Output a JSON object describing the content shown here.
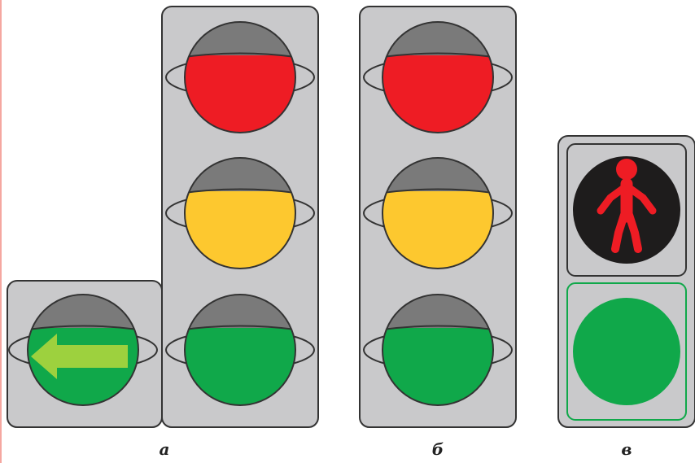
{
  "captions": {
    "a": "а",
    "b": "б",
    "c": "в"
  },
  "colors": {
    "housing": "#c9c9cb",
    "housing_border": "#333333",
    "visor": "#7a7a7a",
    "red": "#ee1c24",
    "yellow": "#fdc82f",
    "green": "#10a84a",
    "arrow": "#9dd13e",
    "pedestrian_bg": "#1e1c1c",
    "pedestrian_figure": "#ee1c24",
    "pedestrian_green": "#10a84a",
    "accent_edge": "#f5a7a0"
  },
  "icons": {
    "arrow": "left-arrow-icon",
    "pedestrian": "pedestrian-icon"
  }
}
